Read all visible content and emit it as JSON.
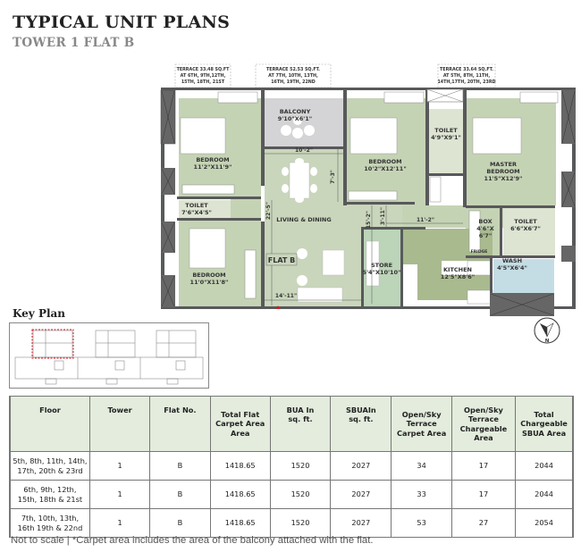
{
  "header": {
    "title": "TYPICAL UNIT PLANS",
    "subtitle": "TOWER 1 FLAT B"
  },
  "floor_plan": {
    "flat_label": "FLAT B",
    "terraces": [
      {
        "line1": "TERRACE 33.48 SQ.FT",
        "line2": "AT 6TH, 9TH,12TH,",
        "line3": "15TH, 18TH, 21ST"
      },
      {
        "line1": "TERRACE 52.53 SQ.FT.",
        "line2": "AT 7TH, 10TH, 13TH,",
        "line3": "16TH, 19TH, 22ND"
      },
      {
        "line1": "TERRACE 33.64 SQ.FT.",
        "line2": "AT 5TH, 8TH, 11TH,",
        "line3": "14TH,17TH, 20TH, 23RD"
      }
    ],
    "rooms": {
      "balcony": {
        "name": "BALCONY",
        "size": "9'10\"X6'1\""
      },
      "bedroom_top_left": {
        "name": "BEDROOM",
        "size": "11'2\"X11'9\""
      },
      "toilet_left": {
        "name": "TOILET",
        "size": "7'6\"X4'5\""
      },
      "bedroom_bottom_left": {
        "name": "BEDROOM",
        "size": "11'0\"X11'8\""
      },
      "living_dining": {
        "name": "LIVING & DINING"
      },
      "bedroom_middle": {
        "name": "BEDROOM",
        "size": "10'2\"X12'11\""
      },
      "toilet_middle": {
        "name": "TOILET",
        "size": "4'9\"X9'1\""
      },
      "master_bedroom": {
        "name1": "MASTER",
        "name2": "BEDROOM",
        "size": "11'5\"X12'9\""
      },
      "box": {
        "name": "BOX",
        "size1": "4'6\"X",
        "size2": "6'7\""
      },
      "toilet_right": {
        "name": "TOILET",
        "size": "6'6\"X6'7\""
      },
      "store": {
        "name": "STORE",
        "size": "5'4\"X10'10\""
      },
      "kitchen": {
        "name": "KITCHEN",
        "size": "12'5\"X8'6\""
      },
      "wash": {
        "name": "WASH",
        "size": "4'5\"X6'4\""
      },
      "fridge": {
        "name": "FRIDGE"
      }
    },
    "dimensions": {
      "d1": "10'-2\"",
      "d2": "7'-3\"",
      "d3": "22'-5\"",
      "d4": "15'-2\"",
      "d5": "3'-11\"",
      "d6": "11'-2\"",
      "d7": "14'-11\""
    },
    "colors": {
      "room_green": "#c5d3b5",
      "living_green": "#cad6bc",
      "kitchen_green": "#a9ba8f",
      "store_green": "#bcd4b8",
      "toilet_fill": "#dde4d2",
      "wash_blue": "#c4dde4",
      "balcony_grey": "#d4d4d6",
      "wall_dark": "#58595b",
      "entry_marker": "#e3161d"
    }
  },
  "key_plan": {
    "title": "Key Plan",
    "highlight_color": "#e3161d"
  },
  "compass": {
    "label": "N"
  },
  "table": {
    "headers": [
      "Floor",
      "Tower",
      "Flat No.",
      "Total Flat Carpet Area Area",
      "BUA In sq. ft.",
      "SBUAIn sq. ft.",
      "Open/Sky Terrace Carpet Area",
      "Open/Sky Terrace Chargeable Area",
      "Total Chargeable SBUA Area"
    ],
    "header_lines": [
      [
        "Floor"
      ],
      [
        "Tower"
      ],
      [
        "Flat No."
      ],
      [
        "Total Flat",
        "Carpet Area",
        "Area"
      ],
      [
        "BUA In",
        "sq. ft."
      ],
      [
        "SBUAIn",
        "sq. ft."
      ],
      [
        "Open/Sky",
        "Terrace",
        "Carpet Area"
      ],
      [
        "Open/Sky",
        "Terrace",
        "Chargeable Area"
      ],
      [
        "Total",
        "Chargeable",
        "SBUA Area"
      ]
    ],
    "rows": [
      {
        "floor1": "5th, 8th, 11th, 14th,",
        "floor2": "17th, 20th & 23rd",
        "tower": "1",
        "flat": "B",
        "carpet": "1418.65",
        "bua": "1520",
        "sbua": "2027",
        "terrace_carpet": "34",
        "terrace_chargeable": "17",
        "total": "2044"
      },
      {
        "floor1": "6th, 9th, 12th,",
        "floor2": "15th, 18th & 21st",
        "tower": "1",
        "flat": "B",
        "carpet": "1418.65",
        "bua": "1520",
        "sbua": "2027",
        "terrace_carpet": "33",
        "terrace_chargeable": "17",
        "total": "2044"
      },
      {
        "floor1": "7th, 10th, 13th,",
        "floor2": "16th 19th & 22nd",
        "tower": "1",
        "flat": "B",
        "carpet": "1418.65",
        "bua": "1520",
        "sbua": "2027",
        "terrace_carpet": "53",
        "terrace_chargeable": "27",
        "total": "2054"
      }
    ]
  },
  "footnote": "Not to scale | *Carpet area includes the area of the balcony attached with the flat."
}
